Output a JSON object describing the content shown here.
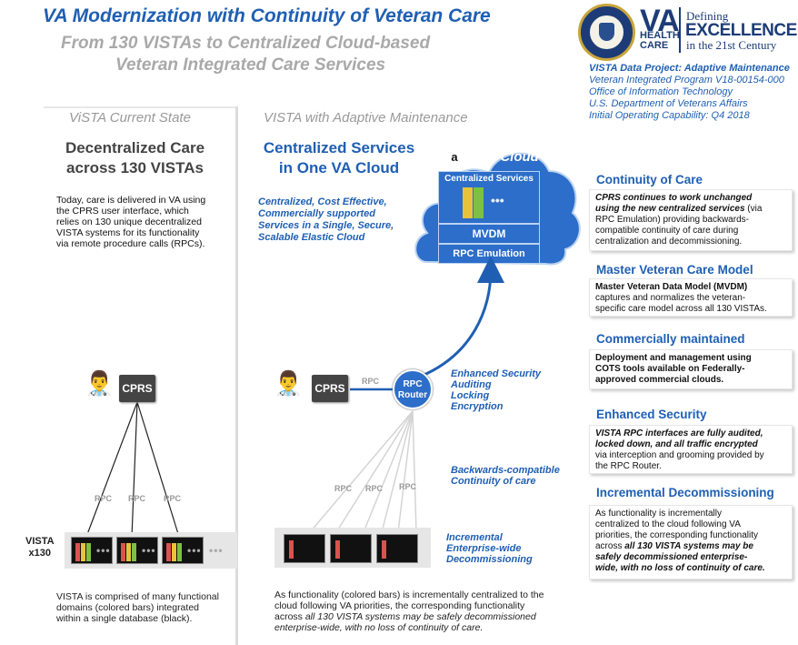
{
  "header": {
    "title": "VA Modernization with Continuity of Veteran Care",
    "subtitle_line1": "From 130 VISTAs to Centralized Cloud-based",
    "subtitle_line2": "Veteran Integrated Care Services"
  },
  "logo": {
    "va": "VA",
    "health": "HEALTH",
    "care": "CARE",
    "tagline1": "Defining",
    "tagline2": "EXCELLENCE",
    "tagline3": "in the 21st Century"
  },
  "project_info": {
    "heading": "VISTA Data Project:  Adaptive Maintenance",
    "line1": "Veteran Integrated Program  V18-00154-000",
    "line2": "Office of Information Technology",
    "line3": "U.S. Department of Veterans Affairs",
    "line4": "Initial Operating Capability:  Q4 2018"
  },
  "left_column": {
    "header": "ViSTA Current State",
    "main_title_line1": "Decentralized Care",
    "main_title_line2": "across 130 VISTAs",
    "body_line1": "Today, care is delivered in VA using",
    "body_line2": "the CPRS user interface, which",
    "body_line3": "relies on 130 unique decentralized",
    "body_line4": "VISTA systems for its functionality",
    "body_line5": "via remote procedure calls (RPCs).",
    "cprs_label": "CPRS",
    "rpc_label": "RPC",
    "vista_label_line1": "VISTA",
    "vista_label_line2": "x130",
    "dots": "•••",
    "caption_line1": "VISTA is comprised of many functional",
    "caption_line2": "domains (colored bars) integrated",
    "caption_line3": "within a single database (black)."
  },
  "middle_column": {
    "header": "VISTA with Adaptive Maintenance",
    "main_title_line1": "Centralized Services",
    "main_title_line2": "in One VA Cloud",
    "body_line1": "Centralized,  Cost Effective,",
    "body_line2": "Commercially supported",
    "body_line3": "Services in a Single, Secure,",
    "body_line4": "Scalable Elastic Cloud",
    "cloud_badge": "a",
    "cloud_label": "VA Cloud",
    "services_label": "Centralized Services",
    "mvdm_label": "MVDM",
    "rpc_emulation_label": "RPC Emulation",
    "cprs_label": "CPRS",
    "rpc_label": "RPC",
    "router_line1": "RPC",
    "router_line2": "Router",
    "security_line1": "Enhanced Security",
    "security_line2": "Auditing",
    "security_line3": "Locking",
    "security_line4": "Encryption",
    "compat_line1": "Backwards-compatible",
    "compat_line2": "Continuity of care",
    "decom_line1": "Incremental",
    "decom_line2": "Enterprise-wide",
    "decom_line3": "Decommissioning",
    "caption_line1": "As functionality (colored bars)  is incrementally centralized to the",
    "caption_line2": "cloud following VA priorities, the corresponding functionality",
    "caption_line3_plain": "across ",
    "caption_line3_italic": "all 130 VISTA systems may be safely decommissioned",
    "caption_line4": "enterprise-wide, with no loss of continuity of care."
  },
  "right_column": {
    "sections": [
      {
        "title": "Continuity of Care",
        "line1": "CPRS continues to work unchanged",
        "line2": "using the new centralized services",
        "line2b": " (via",
        "line3": "RPC Emulation)  providing backwards-",
        "line4": "compatible continuity of care during",
        "line5": "centralization and decommissioning."
      },
      {
        "title": "Master Veteran Care Model",
        "line1": "Master Veteran Data Model (MVDM)",
        "line2": "captures and normalizes the veteran-",
        "line3": "specific care model across all 130 VISTAs."
      },
      {
        "title": "Commercially maintained",
        "line1": "Deployment and management using",
        "line2": "COTS tools available on Federally-",
        "line3": "approved commercial clouds."
      },
      {
        "title": "Enhanced Security",
        "line1": "VISTA RPC interfaces are fully audited,",
        "line2": "locked down, and all traffic encrypted",
        "line3": "via interception and grooming provided by",
        "line4": "the RPC Router."
      },
      {
        "title": "Incremental Decommissioning",
        "line1": "As functionality is incrementally",
        "line2": "centralized to the cloud following VA",
        "line3": "priorities, the corresponding functionality",
        "line4_plain": "across ",
        "line4_bold": "all 130 VISTA systems may be",
        "line5": "safely decommissioned enterprise-",
        "line6": "wide, with no loss of continuity of care."
      }
    ]
  },
  "colors": {
    "brand_blue": "#1f5fb3",
    "cloud_blue": "#2c6ec9",
    "va_navy": "#1d3c77",
    "bar_red": "#d9534f",
    "bar_yellow": "#e8c33a",
    "bar_green": "#7cc144",
    "gray_text": "#9a9a9a"
  }
}
